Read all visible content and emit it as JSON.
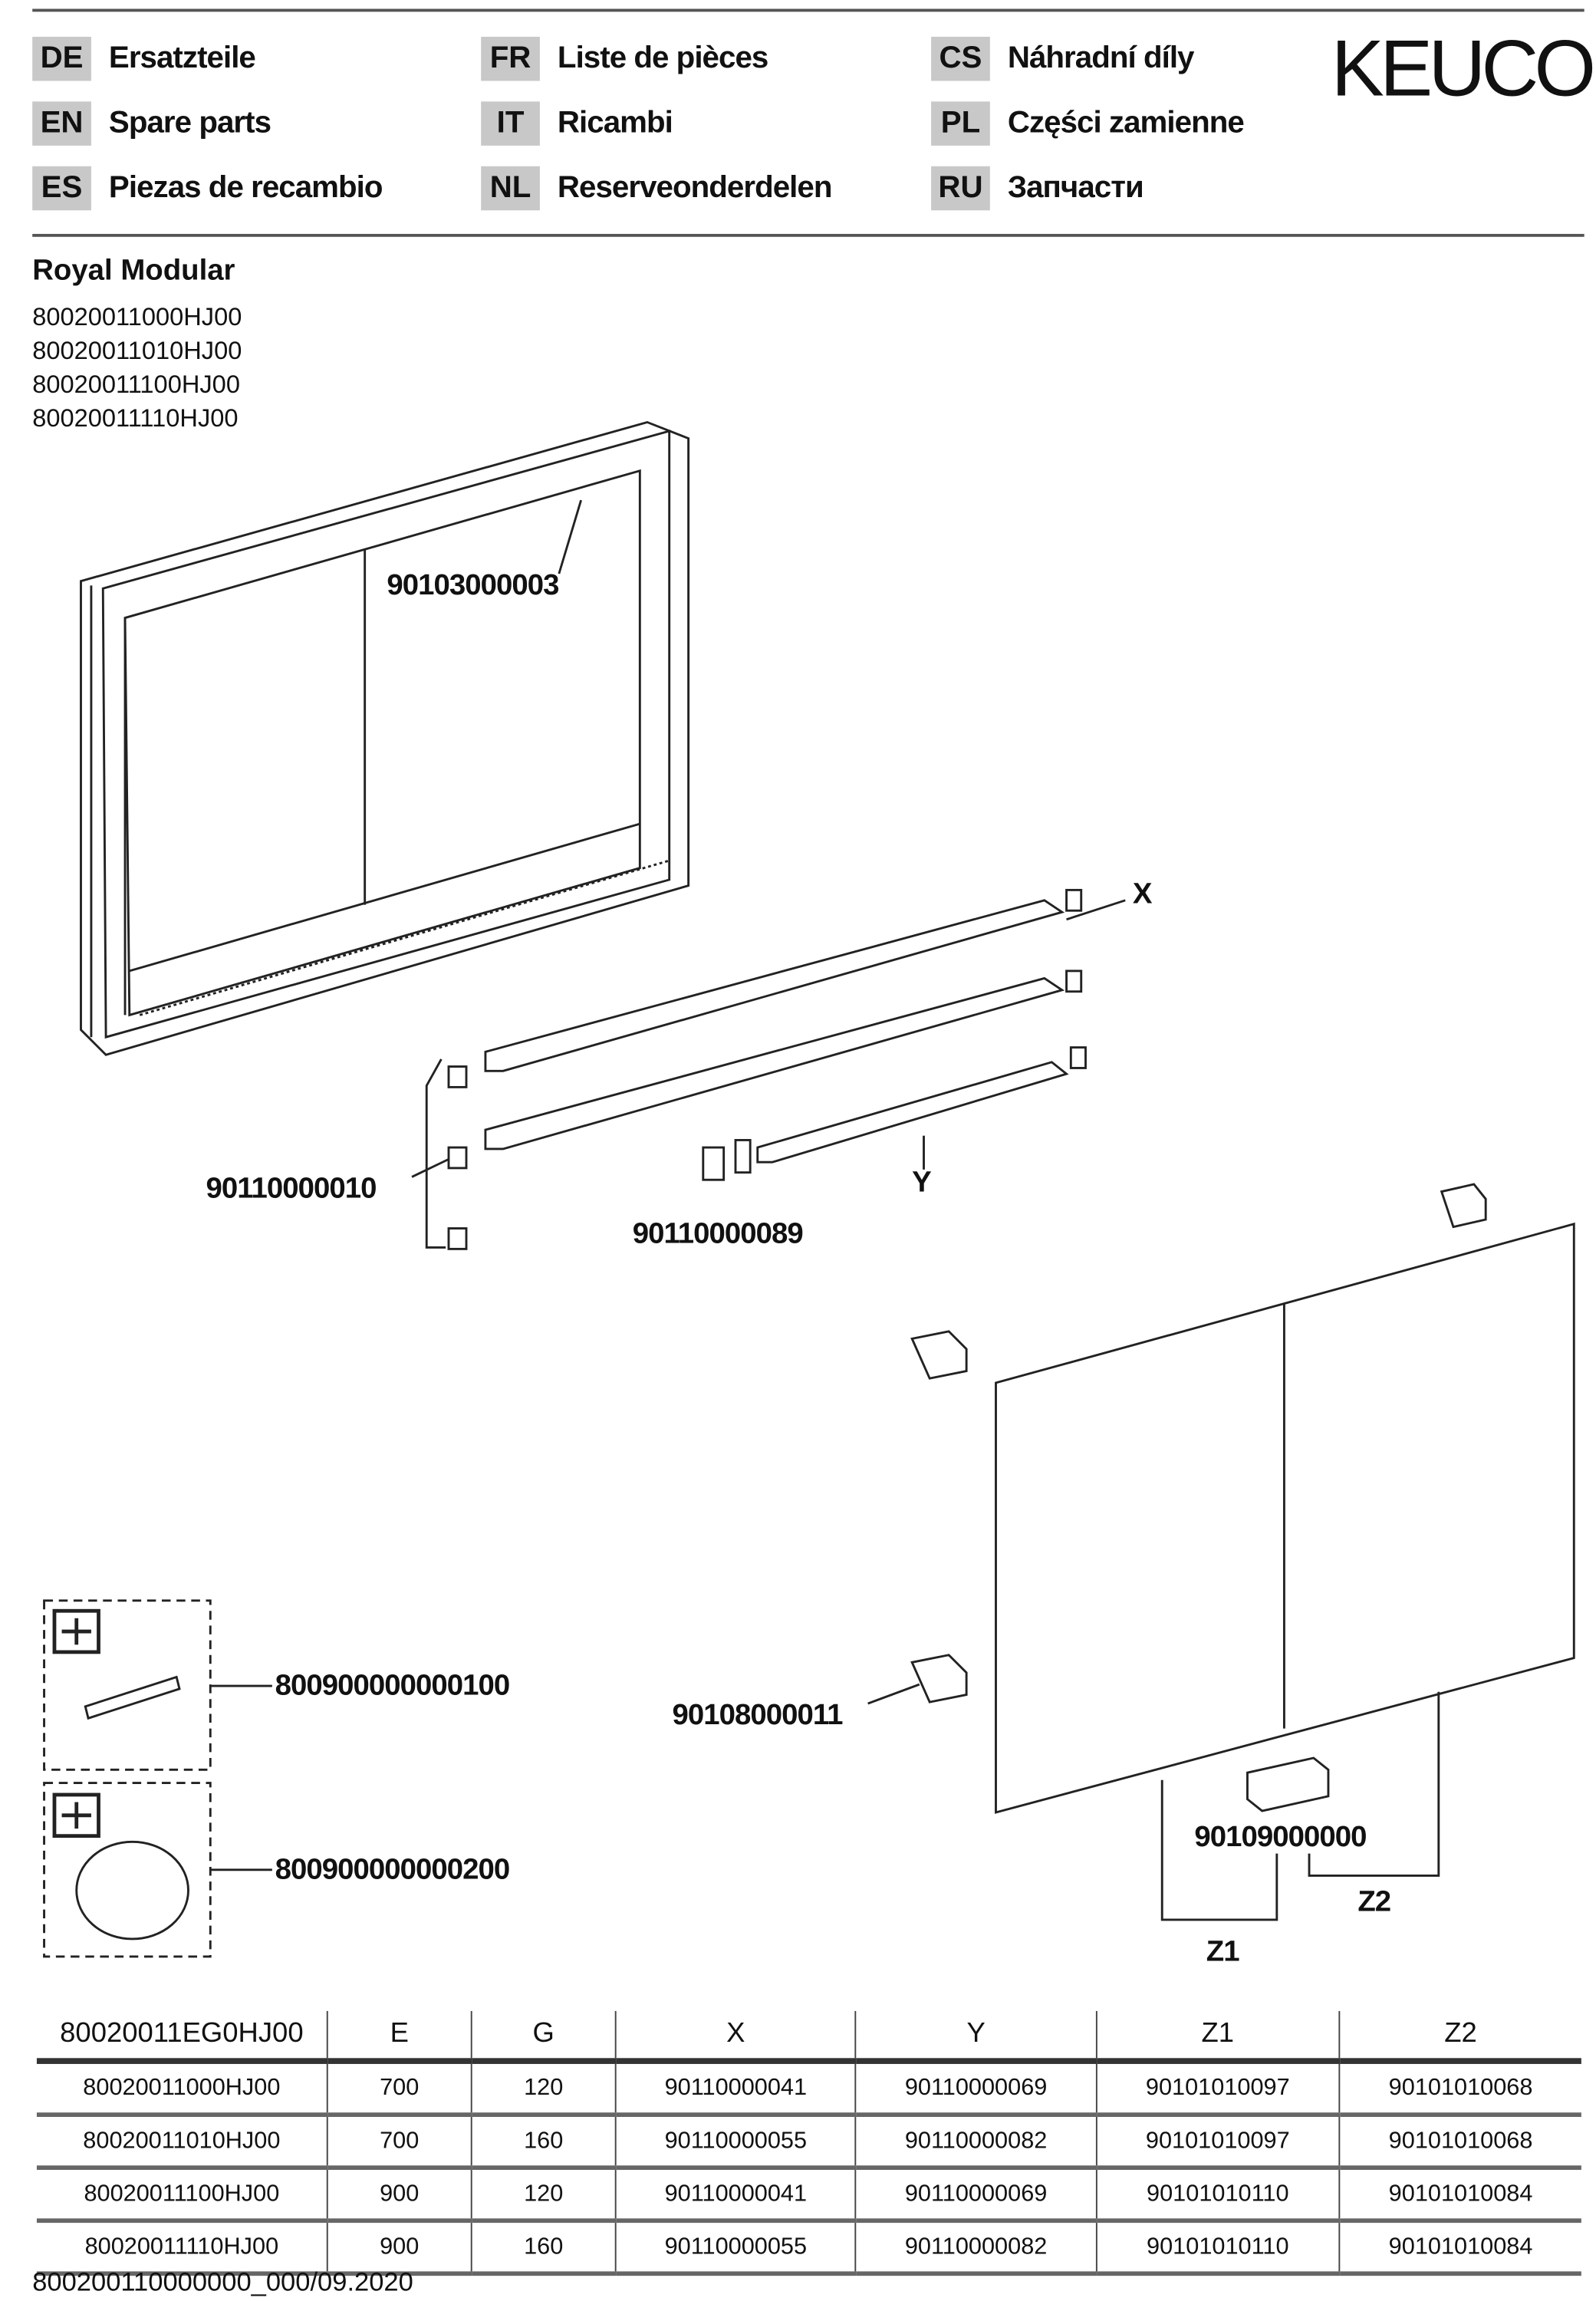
{
  "header": {
    "languages": [
      {
        "code": "DE",
        "label": "Ersatzteile"
      },
      {
        "code": "EN",
        "label": "Spare parts"
      },
      {
        "code": "ES",
        "label": "Piezas de recambio"
      },
      {
        "code": "FR",
        "label": "Liste de pièces"
      },
      {
        "code": "IT",
        "label": "Ricambi"
      },
      {
        "code": "NL",
        "label": "Reserveonderdelen"
      },
      {
        "code": "CS",
        "label": "Náhradní díly"
      },
      {
        "code": "PL",
        "label": "Części zamienne"
      },
      {
        "code": "RU",
        "label": "Запчасти"
      }
    ],
    "logo": "KEUCO"
  },
  "product": {
    "title": "Royal Modular",
    "articles": [
      "80020011000HJ00",
      "80020011010HJ00",
      "80020011100HJ00",
      "80020011110HJ00"
    ]
  },
  "diagram": {
    "labels": {
      "p1": "90103000003",
      "x": "X",
      "p2": "90110000010",
      "p3": "90110000089",
      "y": "Y",
      "p4": "90108000011",
      "p5": "90109000000",
      "z1": "Z1",
      "z2": "Z2",
      "acc1": "800900000000100",
      "acc2": "800900000000200"
    }
  },
  "table": {
    "headers": [
      "80020011EG0HJ00",
      "E",
      "G",
      "X",
      "Y",
      "Z1",
      "Z2"
    ],
    "rows": [
      [
        "80020011000HJ00",
        "700",
        "120",
        "90110000041",
        "90110000069",
        "90101010097",
        "90101010068"
      ],
      [
        "80020011010HJ00",
        "700",
        "160",
        "90110000055",
        "90110000082",
        "90101010097",
        "90101010068"
      ],
      [
        "80020011100HJ00",
        "900",
        "120",
        "90110000041",
        "90110000069",
        "90101010110",
        "90101010084"
      ],
      [
        "80020011110HJ00",
        "900",
        "160",
        "90110000055",
        "90110000082",
        "90101010110",
        "90101010084"
      ]
    ]
  },
  "footer": "800200110000000_000/09.2020"
}
